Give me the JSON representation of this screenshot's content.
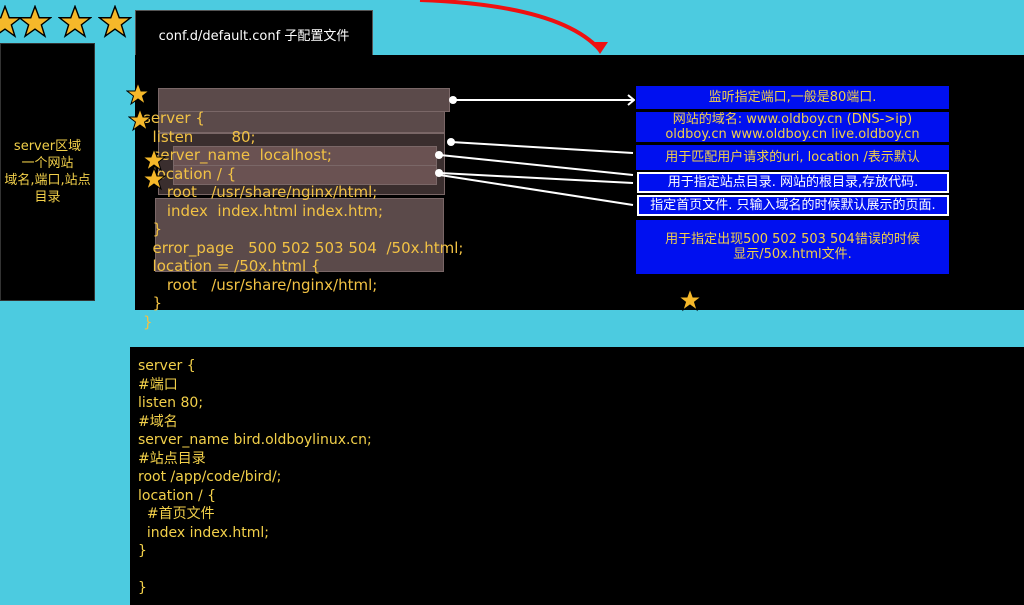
{
  "title_label": "conf.d/default.conf 子配置文件",
  "left_note": "server区域\n一个网站\n域名,端口,站点目录",
  "top_code": [
    "server {",
    "  listen        80;",
    "  server_name  localhost;",
    "  location / {",
    "     root   /usr/share/nginx/html;",
    "     index  index.html index.htm;",
    "  }",
    "  error_page   500 502 503 504  /50x.html;",
    "  location = /50x.html {",
    "     root   /usr/share/nginx/html;",
    "  }",
    "}"
  ],
  "notes": [
    "监听指定端口,一般是80端口.",
    "网站的域名: www.oldboy.cn  (DNS->ip)\noldboy.cn    www.oldboy.cn  live.oldboy.cn",
    "用于匹配用户请求的uri, location /表示默认",
    "用于指定站点目录. 网站的根目录,存放代码.",
    "指定首页文件. 只输入域名的时候默认展示的页面.",
    "用于指定出现500 502 503 504错误的时候\n显示/50x.html文件."
  ],
  "bottom_code": "server {\n#端口\nlisten 80;\n#域名\nserver_name bird.oldboylinux.cn;\n#站点目录\nroot /app/code/bird/;\nlocation / {\n  #首页文件\n  index index.html;\n}\n\n}",
  "colors": {
    "background": "#4ccbe0",
    "code": "#f2c244",
    "note_box": "#0010f0",
    "star": "#f5b82a"
  }
}
